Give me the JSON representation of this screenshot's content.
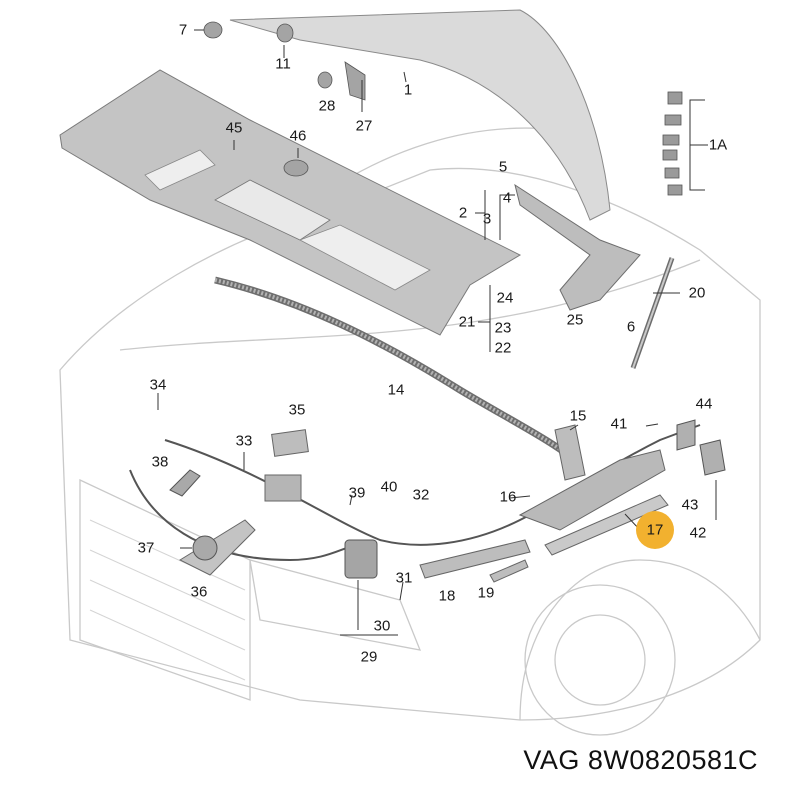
{
  "diagram": {
    "highlight_color": "#f2b12f",
    "line_color": "#8a8a8a",
    "part_color": "#b9b9b9",
    "callouts": [
      "7",
      "11",
      "28",
      "27",
      "1",
      "45",
      "46",
      "1A",
      "5",
      "4",
      "2",
      "3",
      "20",
      "24",
      "21",
      "23",
      "22",
      "25",
      "6",
      "14",
      "34",
      "35",
      "33",
      "38",
      "37",
      "36",
      "39",
      "40",
      "32",
      "16",
      "15",
      "41",
      "44",
      "43",
      "42",
      "31",
      "30",
      "29",
      "18",
      "19"
    ],
    "highlighted_callout": "17"
  },
  "caption": "VAG 8W0820581C"
}
